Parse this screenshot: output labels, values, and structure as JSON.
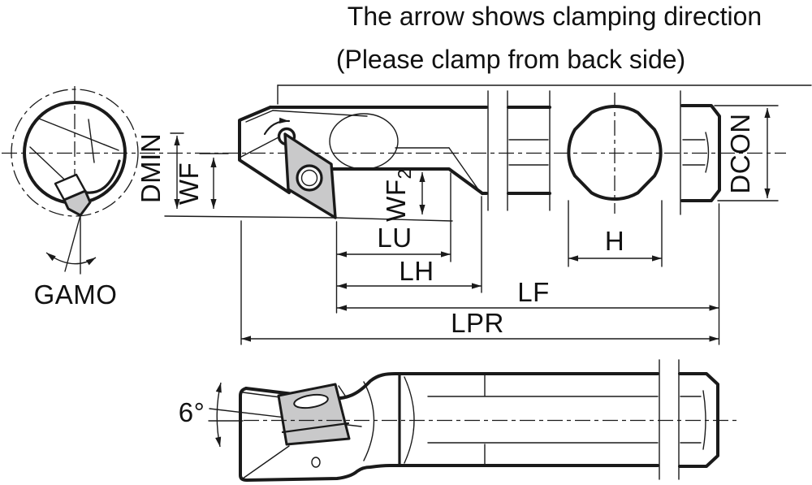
{
  "note": {
    "line1": "The arrow shows clamping direction",
    "line2": "(Please clamp from back side)"
  },
  "dimension_labels": {
    "dmin": "DMIN",
    "wf": "WF",
    "gamo": "GAMO",
    "wf2_base": "WF",
    "wf2_sub": "2",
    "lu": "LU",
    "lh": "LH",
    "lf": "LF",
    "lpr": "LPR",
    "h": "H",
    "dcon": "DCON",
    "seat_angle": "6°"
  },
  "colors": {
    "line": "#1a1a1a",
    "insert_fill": "#c9c9ca",
    "seat_fill": "#ffffff",
    "background": "#ffffff"
  }
}
